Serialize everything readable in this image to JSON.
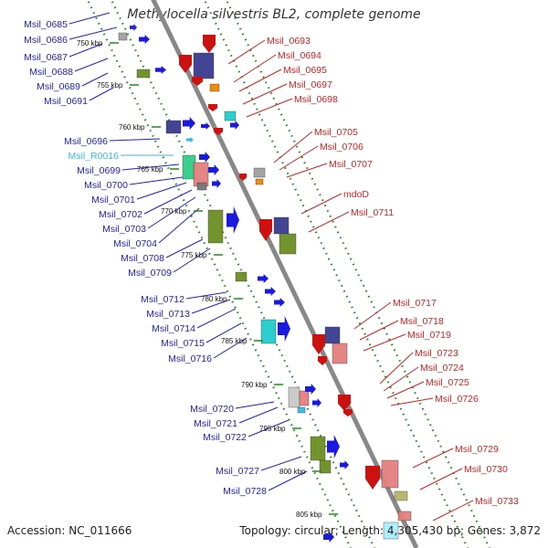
{
  "title": "Methylocella silvestris BL2, complete genome",
  "footer": {
    "accession": "Accession: NC_011666",
    "topology": "Topology: circular; Length: 4,305,430 bp; Genes: 3,872"
  },
  "colors": {
    "forward_label": "#2222bb",
    "reverse_label": "#cc2222",
    "rna_label": "#33bbdd",
    "backbone": "#888888",
    "track_dots": "#228822"
  },
  "kbp_marks": [
    "750 kbp",
    "755 kbp",
    "760 kbp",
    "765 kbp",
    "770 kbp",
    "775 kbp",
    "780 kbp",
    "785 kbp",
    "790 kbp",
    "795 kbp",
    "800 kbp",
    "805 kbp"
  ],
  "left_labels": [
    "Msil_0685",
    "Msil_0686",
    "Msil_0687",
    "Msil_0688",
    "Msil_0689",
    "Msil_0691",
    "Msil_0696",
    "Msil_R0016",
    "Msil_0699",
    "Msil_0700",
    "Msil_0701",
    "Msil_0702",
    "Msil_0703",
    "Msil_0704",
    "Msil_0708",
    "Msil_0709",
    "Msil_0712",
    "Msil_0713",
    "Msil_0714",
    "Msil_0715",
    "Msil_0716",
    "Msil_0720",
    "Msil_0721",
    "Msil_0722",
    "Msil_0727",
    "Msil_0728"
  ],
  "right_labels": [
    "Msil_0693",
    "Msil_0694",
    "Msil_0695",
    "Msil_0697",
    "Msil_0698",
    "Msil_0705",
    "Msil_0706",
    "Msil_0707",
    "mdoD",
    "Msil_0711",
    "Msil_0717",
    "Msil_0718",
    "Msil_0719",
    "Msil_0723",
    "Msil_0724",
    "Msil_0725",
    "Msil_0726",
    "Msil_0729",
    "Msil_0730",
    "Msil_0733"
  ]
}
